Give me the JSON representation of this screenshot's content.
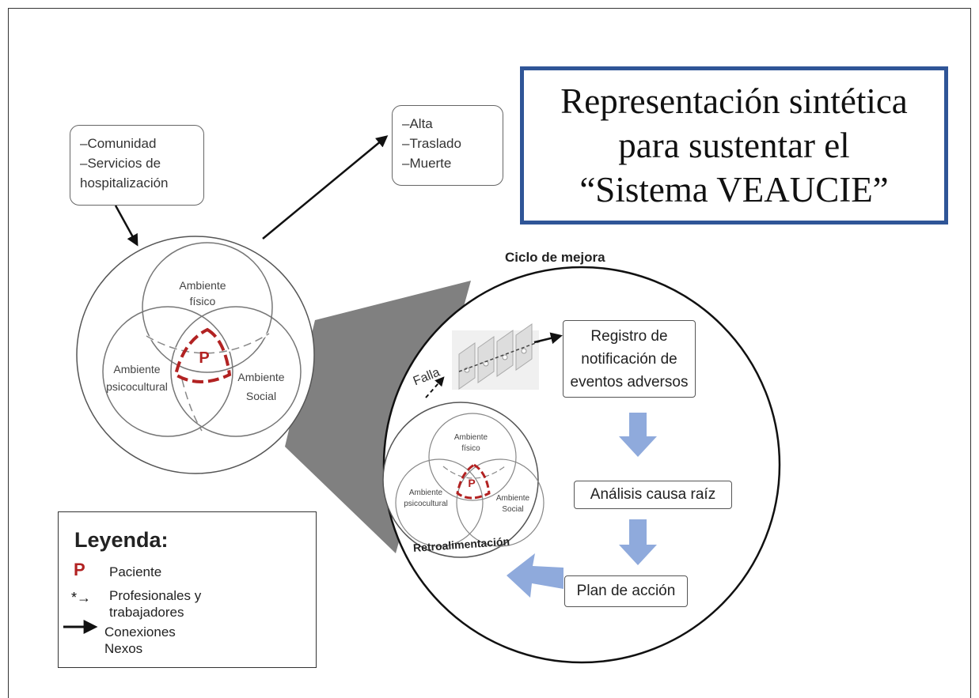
{
  "title": {
    "line1": "Representación sintética",
    "line2": "para sustentar el",
    "line3": "“Sistema VEAUCIE”"
  },
  "input_box": {
    "line1": "–Comunidad",
    "line2": "–Servicios de",
    "line3": "hospitalización"
  },
  "output_box": {
    "line1": "–Alta",
    "line2": "–Traslado",
    "line3": "–Muerte"
  },
  "venn": {
    "physical": [
      "Ambiente",
      "físico"
    ],
    "psychocultural": [
      "Ambiente",
      "psicocultural"
    ],
    "social": [
      "Ambiente",
      "Social"
    ],
    "center": "P"
  },
  "cycle": {
    "title": "Ciclo de mejora",
    "failure": "Falla",
    "feedback": "Retroalimentación",
    "steps": {
      "register": [
        "Registro de",
        "notificación de",
        "eventos adversos"
      ],
      "analysis": "Análisis causa raíz",
      "plan": "Plan de acción"
    }
  },
  "legend": {
    "title": "Leyenda:",
    "patient_symbol": "P",
    "patient": "Paciente",
    "professionals_symbol": "*→",
    "professionals_line1": "Profesionales y",
    "professionals_line2": "trabajadores",
    "connections_line1": "Conexiones",
    "connections_line2": "Nexos"
  },
  "colors": {
    "title_border": "#2f5597",
    "patient_red": "#b22222",
    "arrow_blue": "#8faadc",
    "zoom_gray": "#808080"
  }
}
